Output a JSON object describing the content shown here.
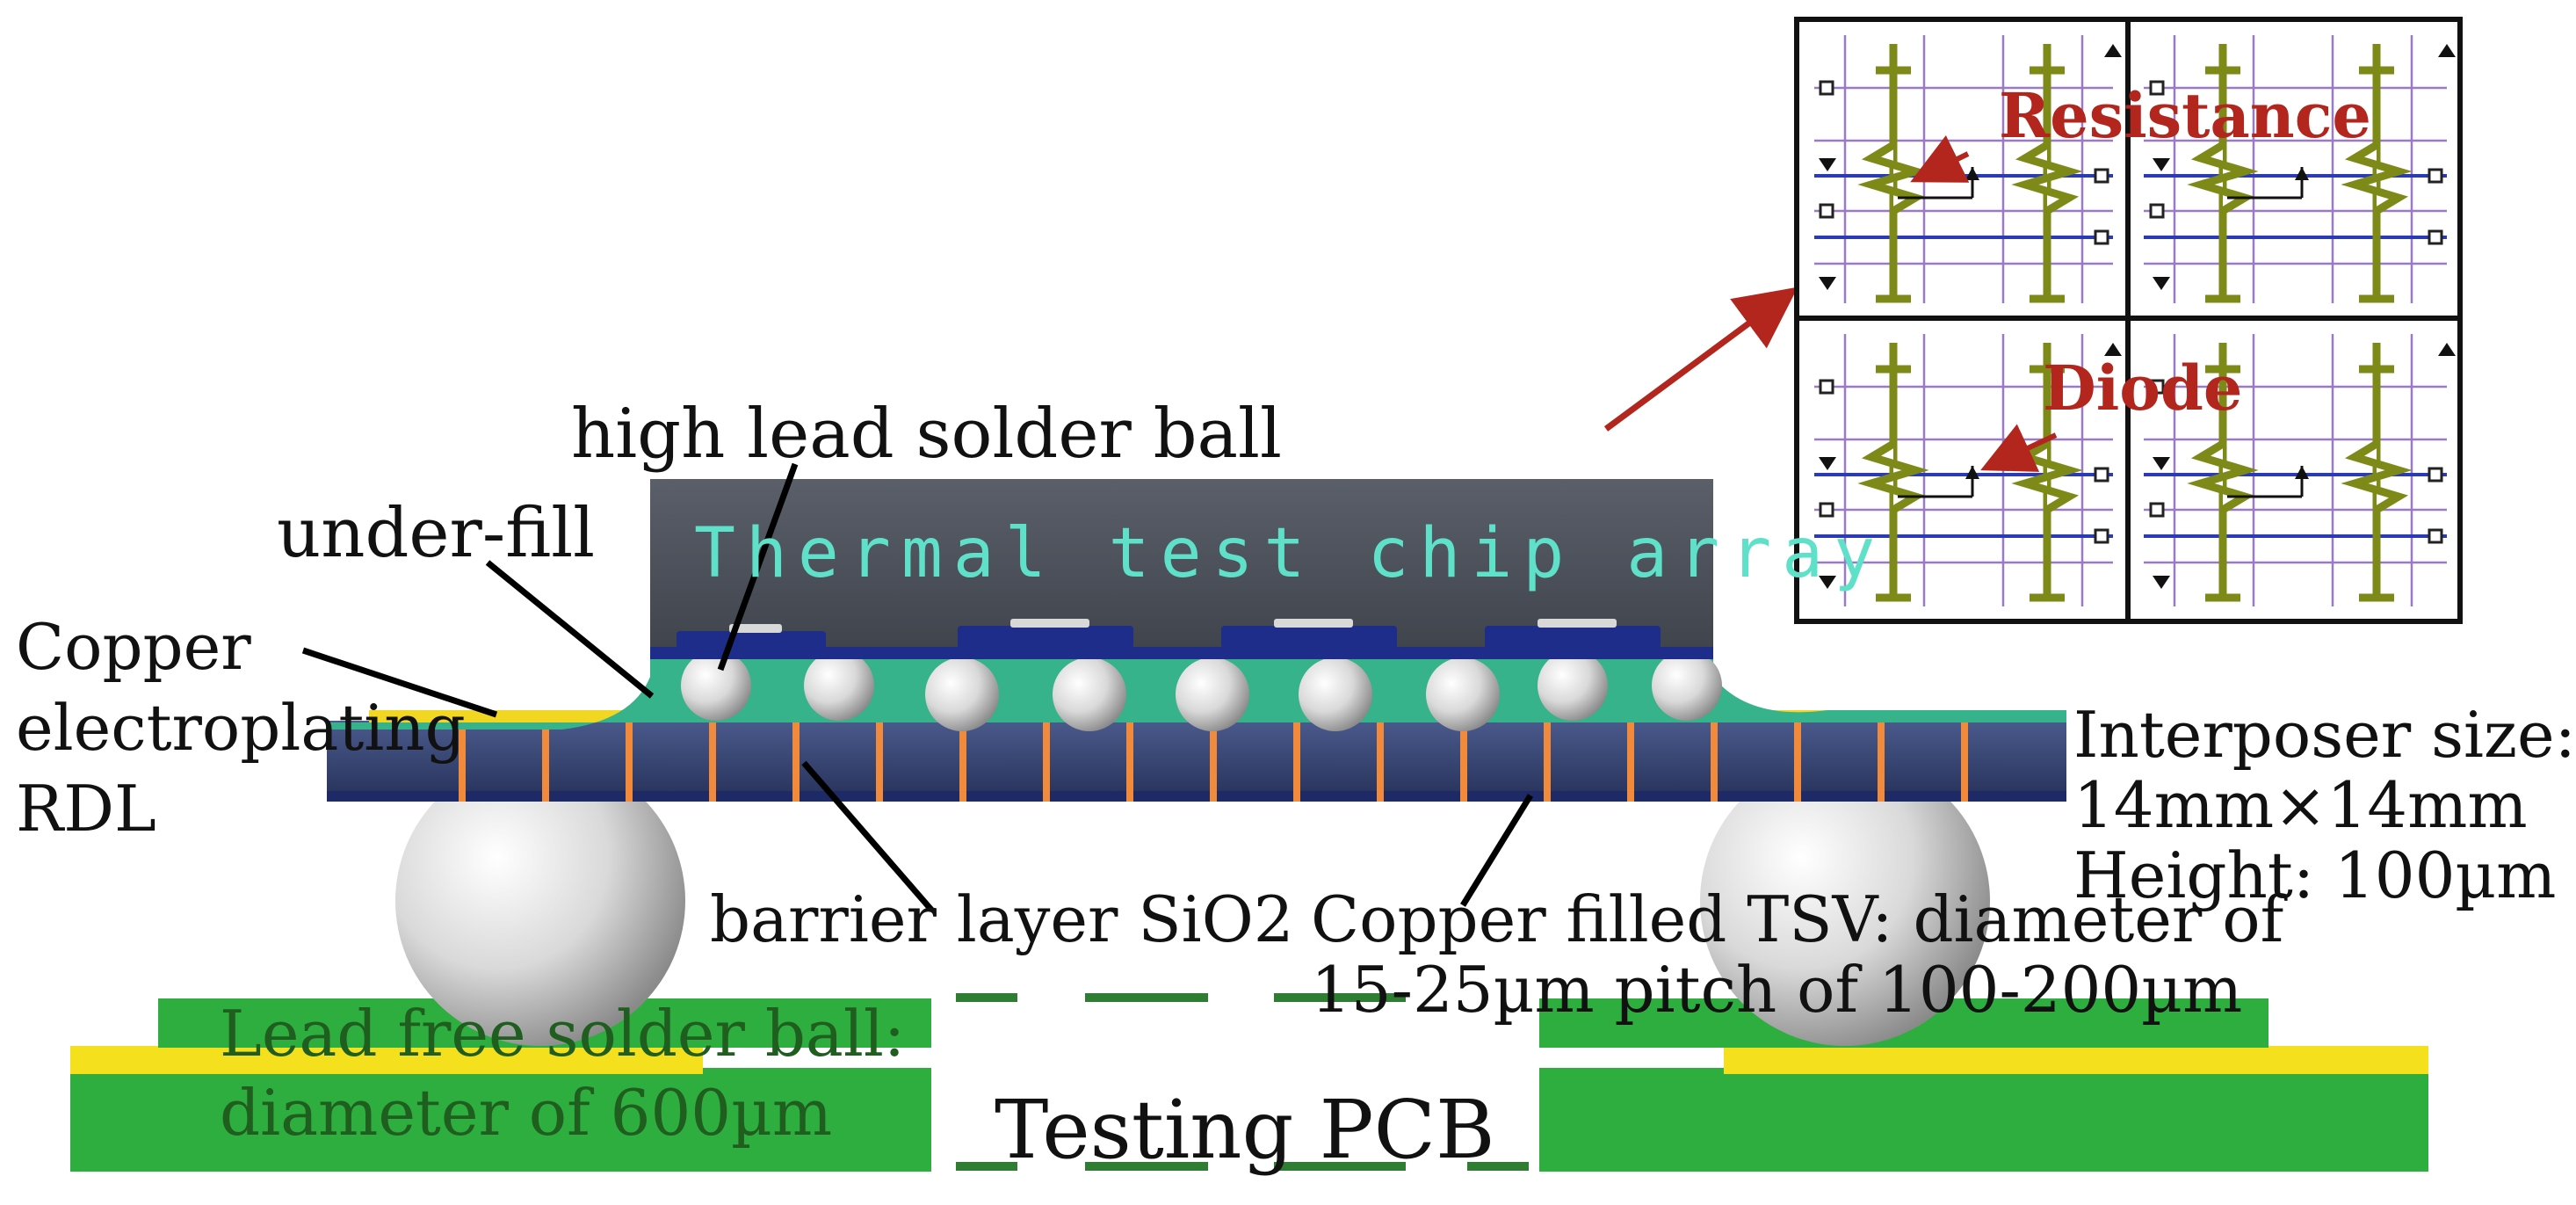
{
  "colors": {
    "chip": "#4a4f59",
    "underfill": "#36b38a",
    "interposer": "#30406e",
    "copper": "#f28a3c",
    "rdl": "#f2d722",
    "pcb_green": "#2eae3f",
    "pcb_yellow": "#f4e01d",
    "arrow_red": "#b3261e"
  },
  "labels": {
    "high_lead_solder_ball": "high lead solder ball",
    "under_fill": "under-fill",
    "copper_rdl_line1": "Copper",
    "copper_rdl_line2": "electroplating",
    "copper_rdl_line3": "RDL",
    "chip_title": "Thermal test chip array",
    "interposer_size_line1": "Interposer size:",
    "interposer_size_line2": "14mm×14mm",
    "interposer_size_line3": "Height: 100µm",
    "barrier_layer": "barrier layer SiO2",
    "tsv_line1": "Copper filled TSV: diameter of",
    "tsv_line2": "15-25µm pitch of 100-200µm",
    "lead_free_line1": "Lead free solder ball:",
    "lead_free_line2": "diameter of 600µm",
    "testing_pcb": "Testing PCB",
    "resistance": "Resistance",
    "diode": "Diode"
  }
}
